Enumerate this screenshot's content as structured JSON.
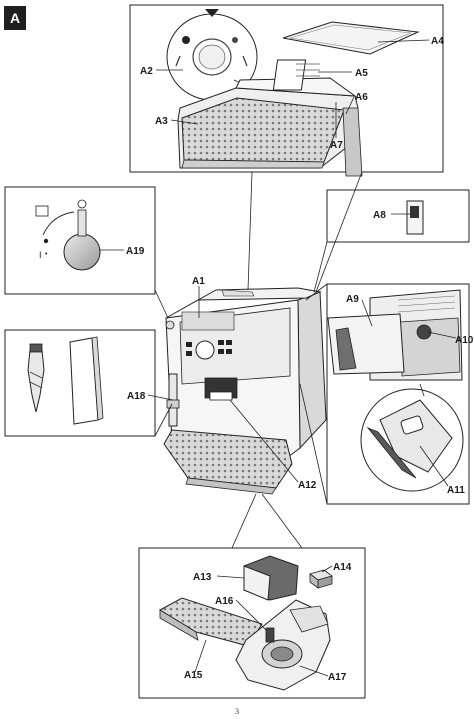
{
  "section_badge": "A",
  "page_number": "3",
  "labels": {
    "A1": "A1",
    "A2": "A2",
    "A3": "A3",
    "A4": "A4",
    "A5": "A5",
    "A6": "A6",
    "A7": "A7",
    "A8": "A8",
    "A9": "A9",
    "A10": "A10",
    "A11": "A11",
    "A12": "A12",
    "A13": "A13",
    "A14": "A14",
    "A15": "A15",
    "A16": "A16",
    "A17": "A17",
    "A18": "A18",
    "A19": "A19"
  },
  "colors": {
    "line": "#222222",
    "light_gray": "#e6e6e6",
    "mid_gray": "#bdbdbd",
    "dark_gray": "#6f6f6f"
  }
}
